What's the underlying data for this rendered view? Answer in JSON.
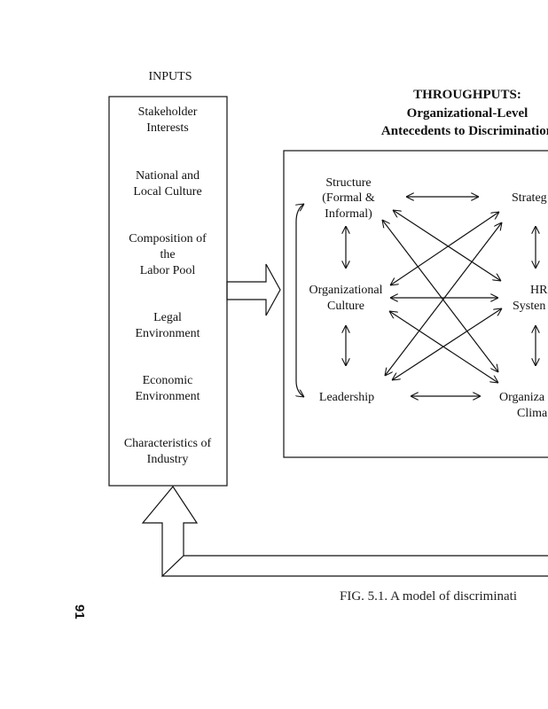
{
  "inputs": {
    "title": "INPUTS",
    "items": [
      [
        "Stakeholder",
        "Interests"
      ],
      [
        "National and",
        "Local Culture"
      ],
      [
        "Composition of",
        "the",
        "Labor Pool"
      ],
      [
        "Legal",
        "Environment"
      ],
      [
        "Economic",
        "Environment"
      ],
      [
        "Characteristics of",
        "Industry"
      ]
    ]
  },
  "throughputs": {
    "title": [
      "THROUGHPUTS:",
      "Organizational-Level",
      "Antecedents to Discrimination"
    ],
    "nodes": {
      "structure": [
        "Structure",
        "(Formal &",
        "Informal)"
      ],
      "strategy": [
        "Strateg"
      ],
      "culture": [
        "Organizational",
        "Culture"
      ],
      "hr": [
        "HR",
        "Systen"
      ],
      "leadership": [
        "Leadership"
      ],
      "climate": [
        "Organiza",
        "Clima"
      ]
    }
  },
  "caption": "FIG. 5.1. A model of discriminati",
  "page_number": "91"
}
